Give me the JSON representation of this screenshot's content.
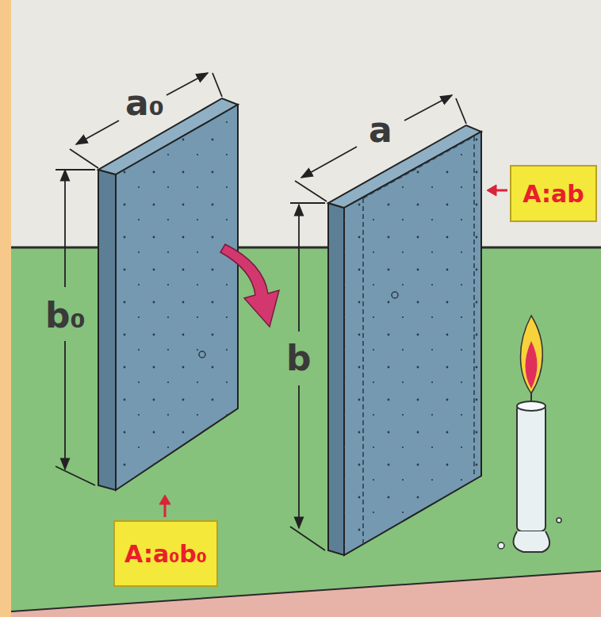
{
  "diagram": {
    "nodes": [
      {
        "text": [
          "A:ab"
        ]
      },
      {
        "text": [
          "A:a₀b₀"
        ]
      }
    ],
    "labels": [
      "a₀",
      "b₀",
      "a",
      "b"
    ]
  }
}
